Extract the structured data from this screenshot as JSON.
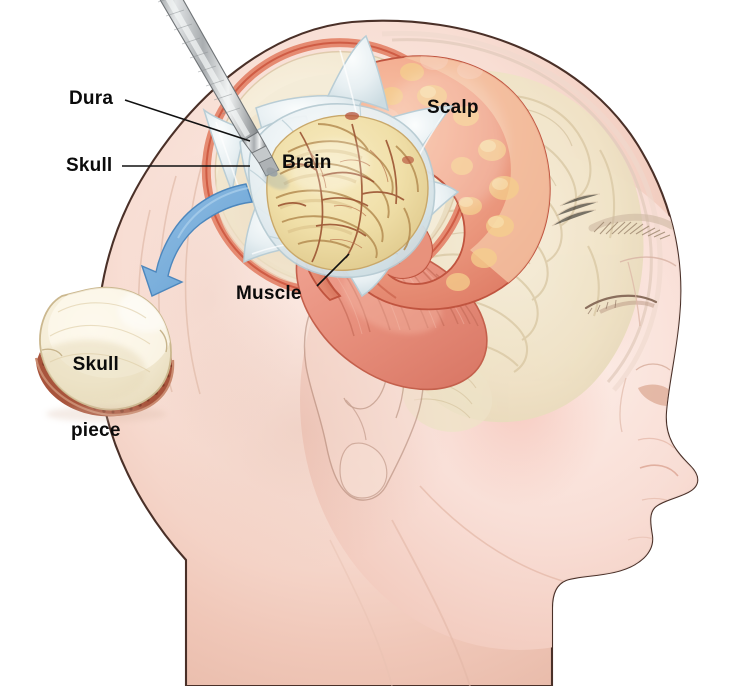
{
  "illustration": {
    "title": "Craniotomy procedure cross-section",
    "subject": "Human head in profile with surgical scalp flap, skull opening, opened dura and exposed brain",
    "background_color": "#ffffff"
  },
  "labels": {
    "dura": "Dura",
    "skull": "Skull",
    "brain": "Brain",
    "scalp": "Scalp",
    "muscle": "Muscle",
    "skull_piece_line1": "Skull",
    "skull_piece_line2": "piece"
  },
  "palette": {
    "skin": "#f7ddd5",
    "skin_shadow": "#eec4b8",
    "skin_outline": "#4a3028",
    "scalp_flap": "#ef9e87",
    "scalp_flap_light": "#f7c6ab",
    "fat_lobule": "#f5cf8c",
    "muscle": "#e88e7d",
    "bone": "#f2e8d2",
    "bone_light": "#faf3e2",
    "diploe": "#a8543c",
    "dura": "#e6eef1",
    "dura_shadow": "#c9d8de",
    "brain_tissue": "#f0dfaa",
    "brain_vessel": "#9c5533",
    "ghost_brain": "#efe6cb",
    "arrow_blue": "#79aedb",
    "arrow_blue_dark": "#5b93c4",
    "instrument_metal": "#b9bcbe",
    "instrument_metal_dark": "#7d8184",
    "cut_edge_red": "#de6a52",
    "leader_line": "#111111",
    "label_text": "#0b0b0b"
  },
  "annotations": {
    "arrow_description": "Curved blue arrow indicating removal of the bone flap downward and to the left",
    "instrument_description": "Surgical forceps entering from upper left, grasping the opened dura",
    "dura_pattern": "cruciate opening with four reflected flaps"
  }
}
